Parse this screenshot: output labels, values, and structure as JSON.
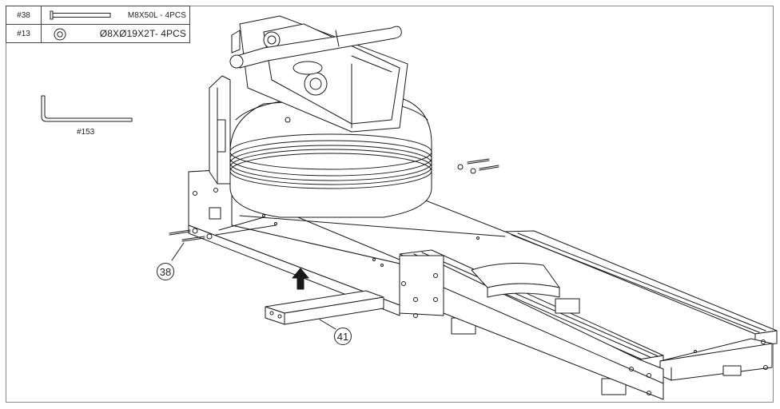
{
  "parts_table": [
    {
      "number": "#38",
      "description": "M8X50L - 4PCS",
      "icon": "bolt-icon"
    },
    {
      "number": "#13",
      "description": "Ø8XØ19X2T- 4PCS",
      "icon": "washer-icon"
    }
  ],
  "tool_label": "#153",
  "callouts": {
    "bolts": "38",
    "support_beam": "41"
  },
  "colors": {
    "line": "#1a1a1a",
    "frame": "#8a8a8a"
  }
}
